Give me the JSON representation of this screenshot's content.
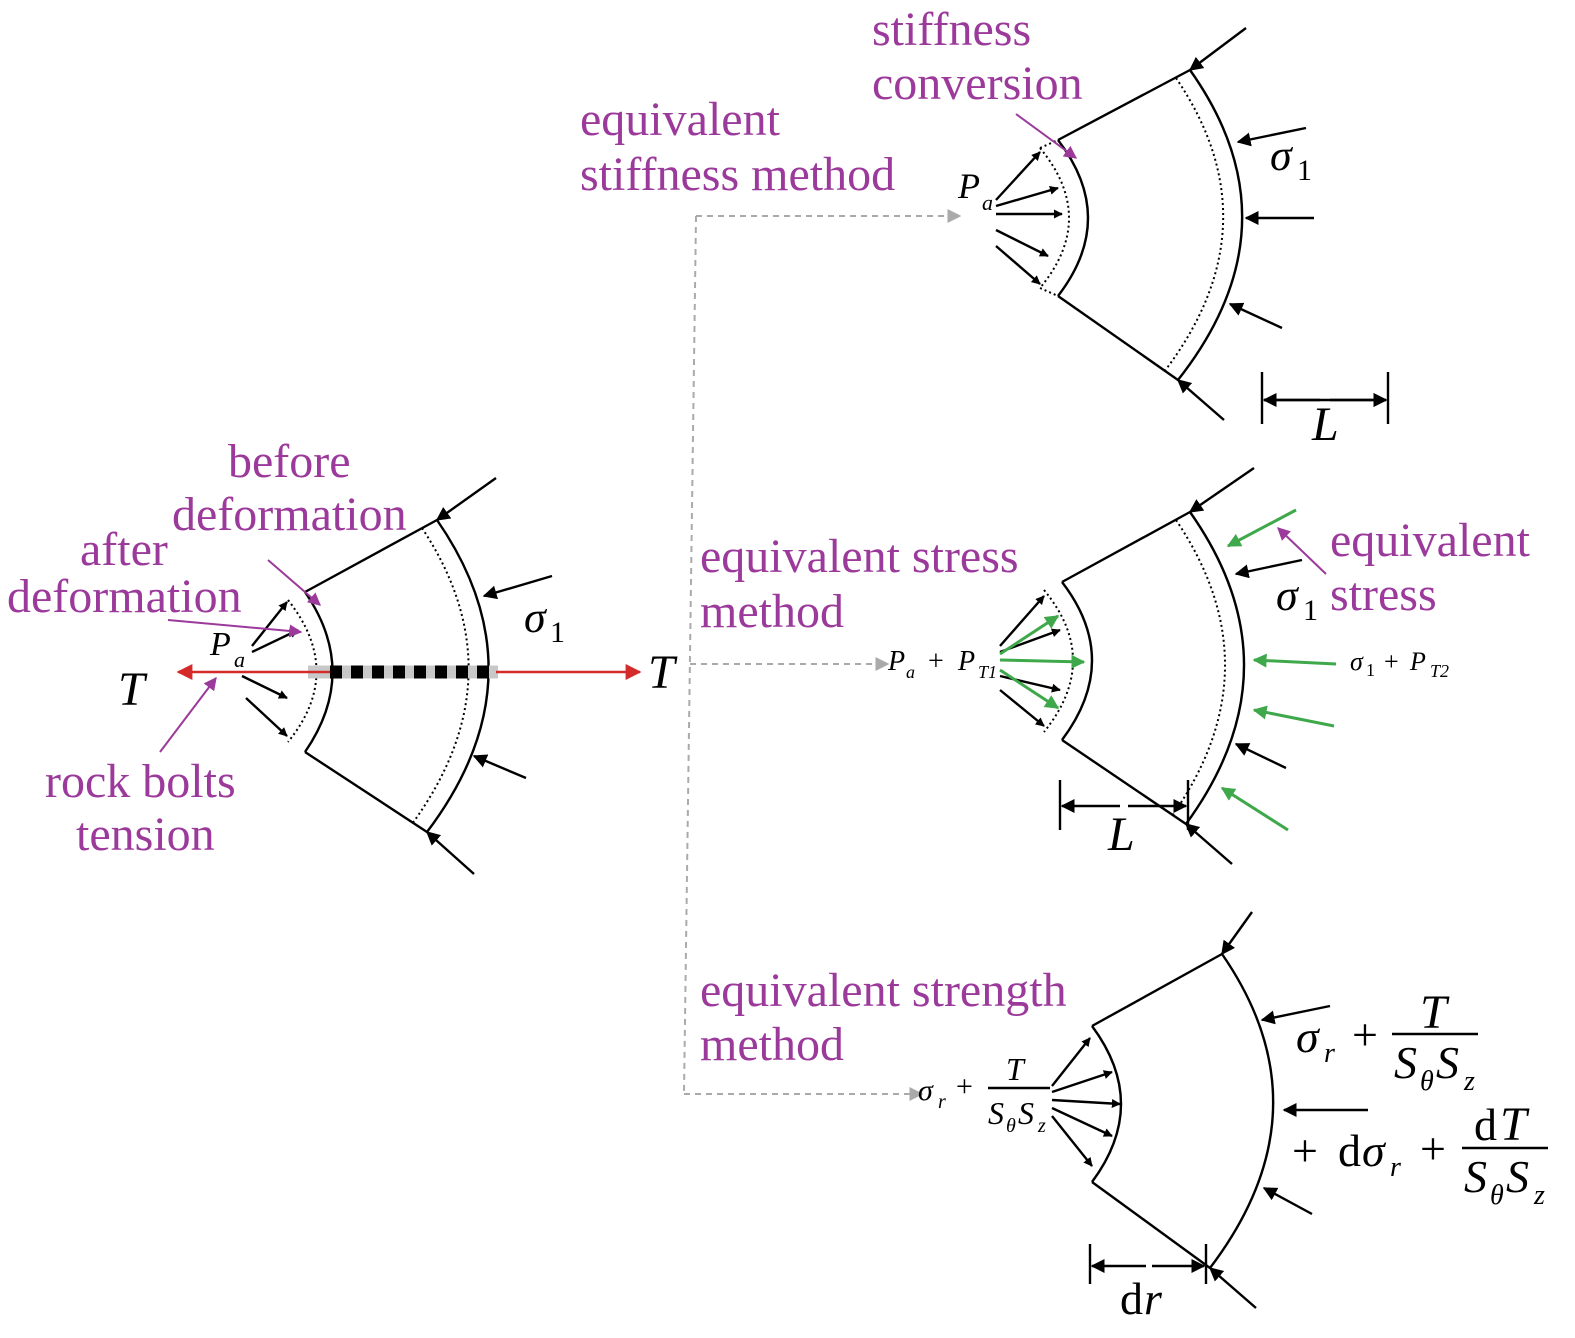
{
  "labels": {
    "before_deformation": [
      "before",
      "deformation"
    ],
    "after_deformation": [
      "after",
      "deformation"
    ],
    "rock_bolts_tension": [
      "rock bolts",
      "tension"
    ],
    "stiffness_conversion": [
      "stiffness",
      "conversion"
    ],
    "equivalent_stiffness_method": [
      "equivalent",
      "stiffness method"
    ],
    "equivalent_stress_method": [
      "equivalent stress",
      "method"
    ],
    "equivalent_stress": [
      "equivalent",
      "stress"
    ],
    "equivalent_strength_method": [
      "equivalent strength",
      "method"
    ]
  },
  "symbols": {
    "T": "T",
    "sigma": "σ",
    "sub_1": "1",
    "P": "P",
    "sub_a": "a",
    "plus": "+",
    "sub_T1": "T1",
    "sub_T2": "T2",
    "L": "L",
    "sub_r": "r",
    "S": "S",
    "sub_theta": "θ",
    "sub_z": "z",
    "d": "d",
    "r": "r"
  },
  "colors": {
    "label": "#9b3a9b",
    "tension_arrow": "#d42a2a",
    "equivalent_stress_arrow": "#3ea84a",
    "guide": "#aaaaaa"
  }
}
